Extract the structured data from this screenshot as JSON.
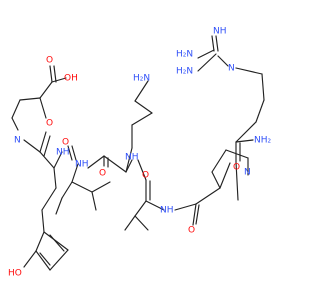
{
  "title": "",
  "colors": {
    "bond": "#222222",
    "oxygen": "#ff0d0d",
    "nitrogen": "#3050f8",
    "background": "#ffffff"
  },
  "labels": {
    "guanidine_nh": "NH",
    "guanidine_nh2_a": "H₂N",
    "guanidine_nh2_b": "H₂N",
    "guanidine_n": "N",
    "arg_nh2": "NH₂",
    "arg_co_o": "O",
    "pro1_n": "N",
    "pro1_co_o": "O",
    "val1_nh": "NH",
    "val1_co_o": "O",
    "lys_side_nh2": "H₂N",
    "lys_nh": "NH",
    "lys_co_o": "O",
    "val2_nh": "NH",
    "val2_co_o": "O",
    "tyr_nh": "NH",
    "tyr_co_o": "O",
    "tyr_oh": "HO",
    "pro2_n": "N",
    "pro2_acid_oh": "OH",
    "pro2_acid_o": "O"
  }
}
